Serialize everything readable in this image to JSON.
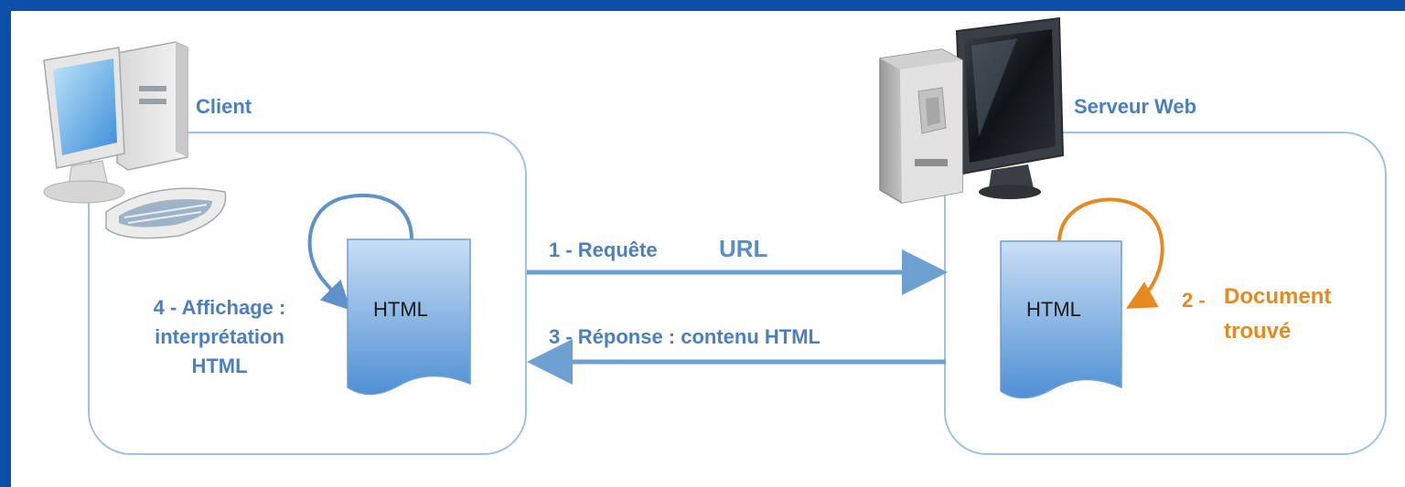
{
  "colors": {
    "frame": "#0b4fa8",
    "label_blue": "#4a7fc0",
    "line_blue": "#6e9fd1",
    "box_border": "#8fb5dd",
    "orange": "#e58a1f",
    "doc_top": "#c7dcf3",
    "doc_bottom": "#4d8fd3"
  },
  "client": {
    "title": "Client",
    "document_label": "HTML",
    "step4": {
      "line1": "4 - Affichage :",
      "line2": "interprétation",
      "line3": "HTML"
    },
    "icon": "desktop-computer-icon"
  },
  "server": {
    "title": "Serveur Web",
    "document_label": "HTML",
    "step2": {
      "prefix": "2 - ",
      "line1": "Document",
      "line2": "trouvé"
    },
    "icon": "server-computer-icon"
  },
  "request": {
    "label": "1 - Requête",
    "url": "URL"
  },
  "response": {
    "label": "3 - Réponse : contenu HTML"
  }
}
